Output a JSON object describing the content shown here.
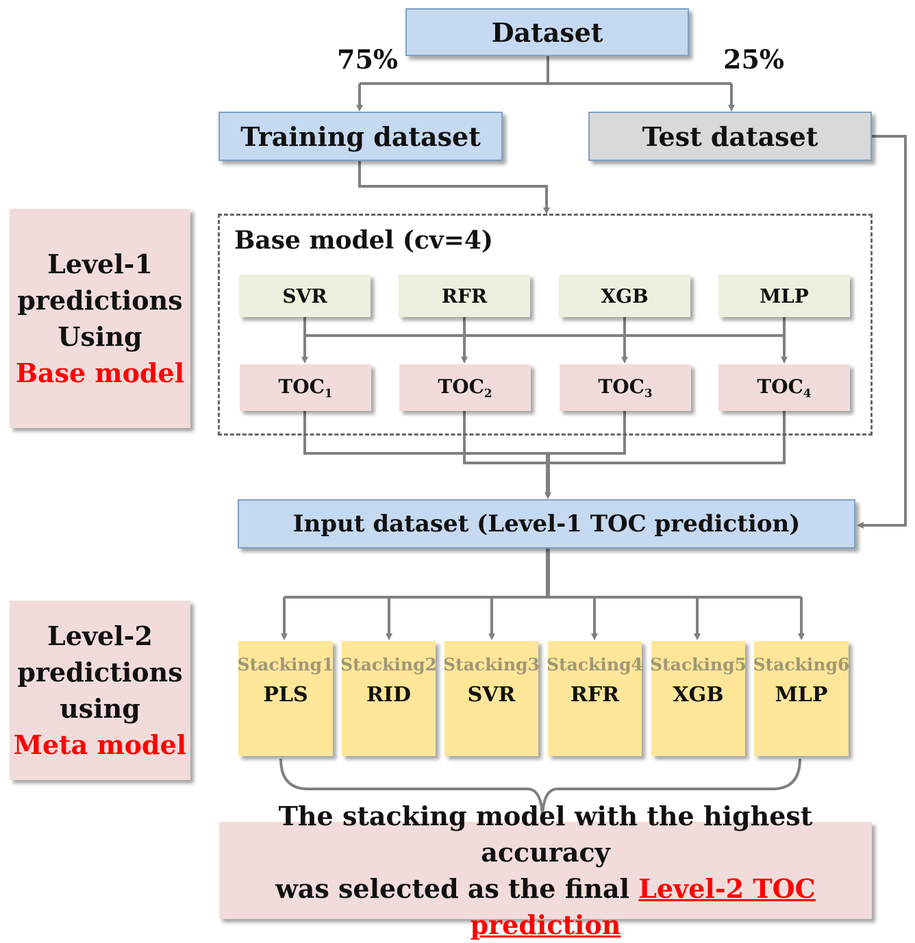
{
  "colors": {
    "blue_fill": "#c5d9f1",
    "gray_fill": "#d9d9d9",
    "green_fill": "#ebf1de",
    "pink_fill": "#f2dcdb",
    "yellow_fill": "#ffe699",
    "highlight": "#ff0000",
    "connector": "#808080"
  },
  "dataset": {
    "label": "Dataset"
  },
  "split": {
    "train_pct": "75%",
    "test_pct": "25%"
  },
  "training": {
    "label": "Training dataset"
  },
  "test": {
    "label": "Test dataset"
  },
  "base": {
    "title": "Base model (cv=4)",
    "models": [
      "SVR",
      "RFR",
      "XGB",
      "MLP"
    ],
    "outputs": [
      {
        "name": "TOC",
        "sub": "1"
      },
      {
        "name": "TOC",
        "sub": "2"
      },
      {
        "name": "TOC",
        "sub": "3"
      },
      {
        "name": "TOC",
        "sub": "4"
      }
    ]
  },
  "level1": {
    "line1": "Level-1",
    "line2": "predictions",
    "line3": "Using",
    "line4": "Base model"
  },
  "input": {
    "label": "Input dataset (Level-1 TOC prediction)"
  },
  "level2": {
    "line1": "Level-2",
    "line2": "predictions",
    "line3": "using",
    "line4": "Meta model"
  },
  "stacking": [
    {
      "label": "Stacking1",
      "model": "PLS"
    },
    {
      "label": "Stacking2",
      "model": "RID"
    },
    {
      "label": "Stacking3",
      "model": "SVR"
    },
    {
      "label": "Stacking4",
      "model": "RFR"
    },
    {
      "label": "Stacking5",
      "model": "XGB"
    },
    {
      "label": "Stacking6",
      "model": "MLP"
    }
  ],
  "final": {
    "line1": "The stacking model with the highest accuracy",
    "line2_prefix": "was selected as the final ",
    "line2_highlight": "Level-2 TOC prediction"
  }
}
